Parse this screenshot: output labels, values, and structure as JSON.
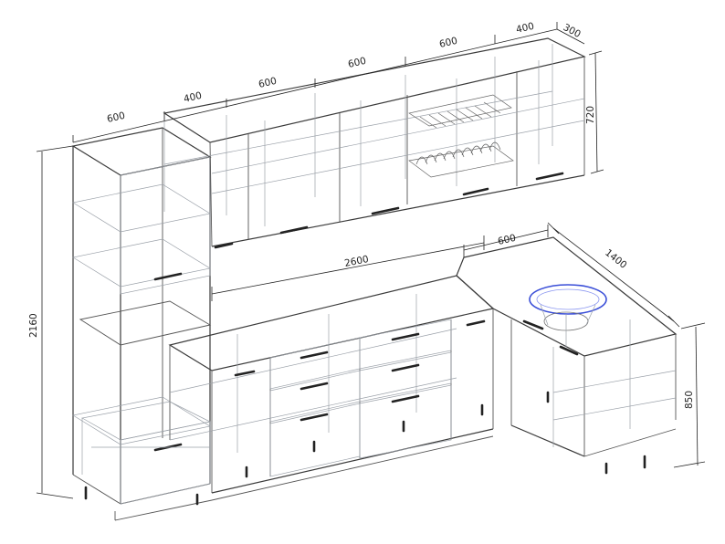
{
  "dimensions": {
    "upper_widths": [
      "600",
      "400",
      "600",
      "600",
      "600",
      "400",
      "300"
    ],
    "upper_height": "720",
    "total_height": "2160",
    "base_length": "2600",
    "corner_depth": "600",
    "side_length": "1400",
    "base_height": "850"
  },
  "colors": {
    "line": "#3a3a3a",
    "ghost": "#9aa0a8",
    "sink": "#3b4fd8"
  }
}
